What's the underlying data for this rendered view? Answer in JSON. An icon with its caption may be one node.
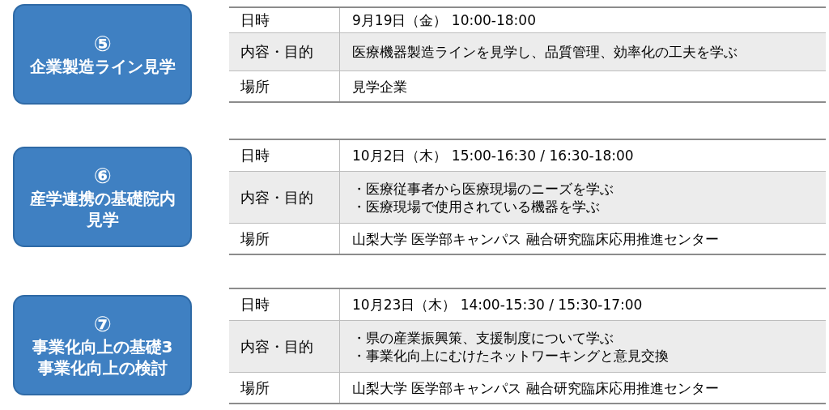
{
  "diagram": {
    "nodes": [
      {
        "text": [
          "⑤",
          "企業製造ライン見学"
        ]
      },
      {
        "text": [
          "⑥",
          "産学連携の基礎院内見学"
        ]
      },
      {
        "text": [
          "⑦",
          "事業化向上の基礎3事業化向上の検討"
        ]
      }
    ],
    "labels": [
      "日時",
      "9月19日（金） 10:00-18:00",
      "内容・目的",
      "医療機器製造ラインを見学し、品質管理、効率化の工夫を学ぶ",
      "場所",
      "見学企業",
      "日時",
      "10月2日（木） 15:00-16:30 / 16:30-18:00",
      "内容・目的",
      "・医療従事者から医療現場のニーズを学ぶ",
      "・医療現場で使用されている機器を学ぶ",
      "場所",
      "山梨大学 医学部キャンパス 融合研究臨床応用推進センター",
      "日時",
      "10月23日（木） 14:00-15:30 / 15:30-17:00",
      "内容・目的",
      "・県の産業振興策、支援制度について学ぶ",
      "・事業化向上にむけたネットワーキングと意見交換",
      "場所",
      "山梨大学 医学部キャンパス 融合研究臨床応用推進センター"
    ]
  }
}
